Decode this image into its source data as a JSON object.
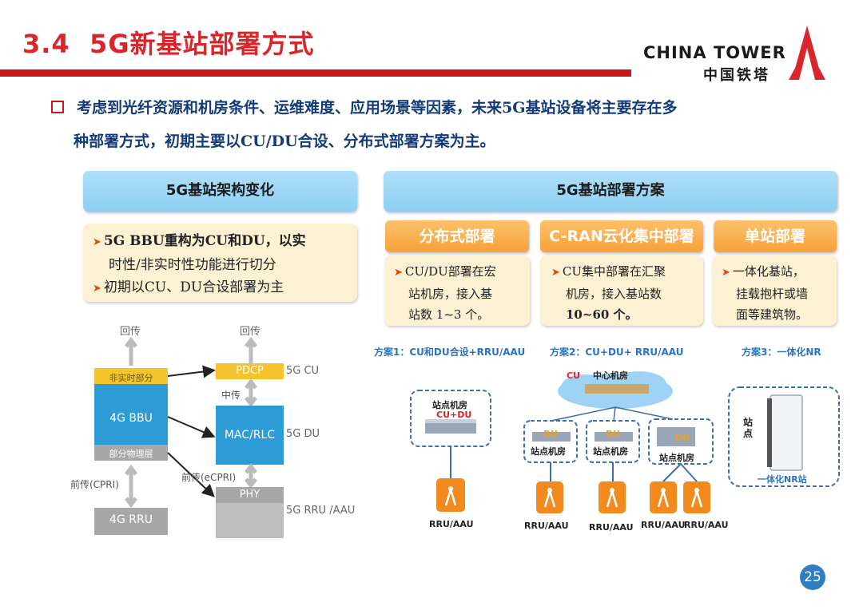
{
  "header": {
    "section_number": "3.4",
    "title": "5G新基站部署方式",
    "logo_en": "CHINA TOWER",
    "logo_cn": "中国铁塔"
  },
  "intro": {
    "line1": "考虑到光纤资源和机房条件、运维难度、应用场景等因素，未来5G基站设备将主要存在多",
    "line2": "种部署方式，初期主要以CU/DU合设、分布式部署方案为主。"
  },
  "left_panel": {
    "header": "5G基站架构变化",
    "bullet1_line1": "5G BBU重构为CU和DU，以实",
    "bullet1_line2": "时性/非实时性功能进行切分",
    "bullet2": "初期以CU、DU合设部署为主"
  },
  "diagram": {
    "backhaul_left": "回传",
    "backhaul_right": "回传",
    "non_realtime": "非实时部分",
    "bbu_4g": "4G BBU",
    "partial_phy": "部分物理层",
    "fronthaul_cpri": "前传(CPRI)",
    "rru_4g": "4G RRU",
    "pdcp": "PDCP",
    "cu_5g": "5G CU",
    "midhaul": "中传",
    "mac_rlc": "MAC/RLC",
    "du_5g": "5G DU",
    "fronthaul_ecpri": "前传(eCPRI)",
    "phy": "PHY",
    "rru_5g": "5G RRU /AAU"
  },
  "right_panel": {
    "header": "5G基站部署方案",
    "col1": {
      "title": "分布式部署",
      "line1": "CU/DU部署在宏",
      "line2": "站机房，接入基",
      "line3": "站数 1~3 个。"
    },
    "col2": {
      "title": "C-RAN云化集中部署",
      "line1": "CU集中部署在汇聚",
      "line2": "机房，接入基站数",
      "line3": "10~60 个。"
    },
    "col3": {
      "title": "单站部署",
      "line1": "一体化基站，",
      "line2": "挂载抱杆或墙",
      "line3": "面等建筑物。"
    }
  },
  "schemes": {
    "s1_label": "方案1：CU和DU合设+RRU/AAU",
    "s1_room": "站点机房",
    "s1_cudu": "CU+DU",
    "s1_rru": "RRU/AAU",
    "s2_label": "方案2：CU+DU+ RRU/AAU",
    "s2_cu": "CU",
    "s2_center": "中心机房",
    "s2_du": "DU",
    "s2_room": "站点机房",
    "s2_rru": "RRU/AAU",
    "s3_label": "方案3：一体化NR",
    "s3_site": "站点",
    "s3_nr": "一体化NR站"
  },
  "page_number": "25",
  "colors": {
    "title_red": "#d9262a",
    "intro_blue": "#143b78",
    "orange": "#f5a23a",
    "light_blue": "#8ecff2",
    "cream": "#fcf1d2"
  }
}
